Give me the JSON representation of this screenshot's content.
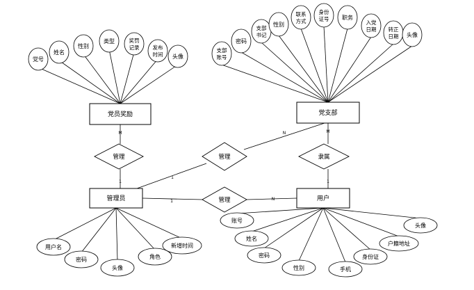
{
  "entities": {
    "party_reward": "党员奖励",
    "party_branch": "党支部",
    "admin": "管理员",
    "user": "用户"
  },
  "relationships": {
    "manage_reward": "管理",
    "manage_branch": "管理",
    "manage_user": "管理",
    "belong": "隶属"
  },
  "cardinalities": {
    "reward_top": "M",
    "reward_bottom": "1",
    "admin_branch": "1",
    "branch_admin": "N",
    "admin_user": "1",
    "user_admin": "N",
    "branch_bottom": "M",
    "user_top": "1"
  },
  "reward_attributes": [
    [
      "党号"
    ],
    [
      "姓名"
    ],
    [
      "性别"
    ],
    [
      "类型"
    ],
    [
      "奖罚",
      "记录"
    ],
    [
      "发布",
      "时间"
    ],
    [
      "头像"
    ]
  ],
  "branch_attributes": [
    [
      "支部",
      "账号"
    ],
    [
      "密码"
    ],
    [
      "支部",
      "书记"
    ],
    [
      "性别"
    ],
    [
      "联系",
      "方式"
    ],
    [
      "身份",
      "证号"
    ],
    [
      "职务"
    ],
    [
      "入党",
      "日期"
    ],
    [
      "转正",
      "日期"
    ],
    [
      "头像"
    ]
  ],
  "admin_attributes": [
    "用户名",
    "密码",
    "头像",
    "角色",
    "新增时间"
  ],
  "user_attributes": [
    "账号",
    "姓名",
    "密码",
    "性别",
    "手机",
    "身份证",
    "户籍地址",
    "头像"
  ]
}
